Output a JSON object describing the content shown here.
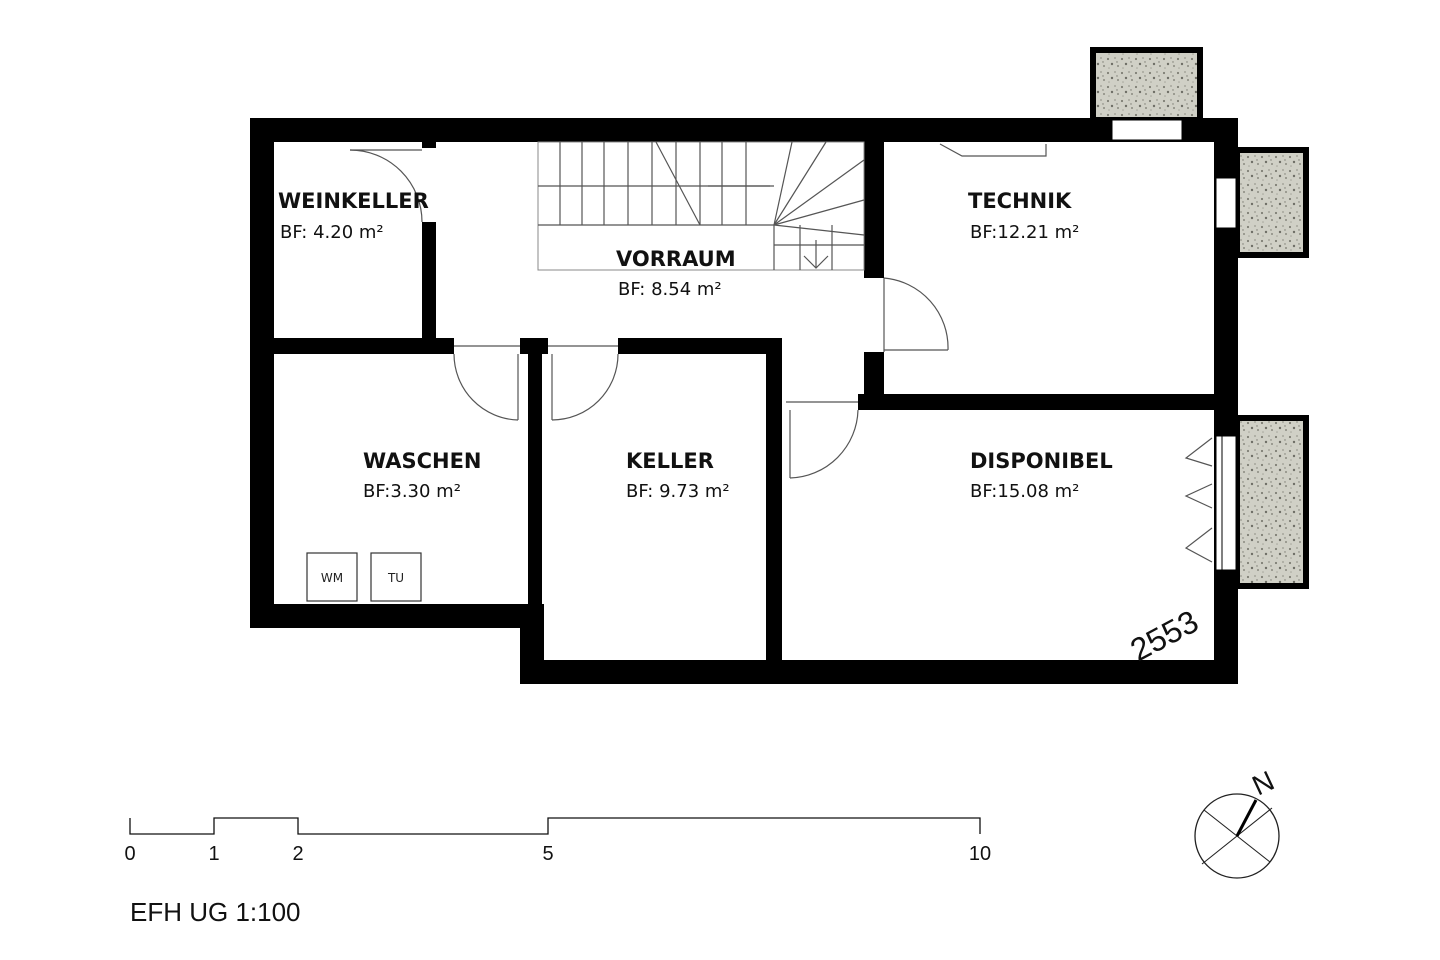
{
  "plan_title": "EFH UG 1:100",
  "rooms": {
    "weinkeller": {
      "name": "WEINKELLER",
      "area": "BF: 4.20 m²"
    },
    "vorraum": {
      "name": "VORRAUM",
      "area": "BF: 8.54 m²"
    },
    "technik": {
      "name": "TECHNIK",
      "area": "BF:12.21 m²"
    },
    "waschen": {
      "name": "WASCHEN",
      "area": "BF:3.30 m²"
    },
    "keller": {
      "name": "KELLER",
      "area": "BF: 9.73 m²"
    },
    "disponibel": {
      "name": "DISPONIBEL",
      "area": "BF:15.08 m²"
    }
  },
  "appliances": {
    "washer": "WM",
    "dryer": "TU"
  },
  "level_mark": "2553",
  "north_label": "N",
  "scale_bar": {
    "labels": [
      "0",
      "1",
      "2",
      "5",
      "10"
    ]
  },
  "colors": {
    "wall": "#000000",
    "gravel": "#c9c9c0"
  }
}
